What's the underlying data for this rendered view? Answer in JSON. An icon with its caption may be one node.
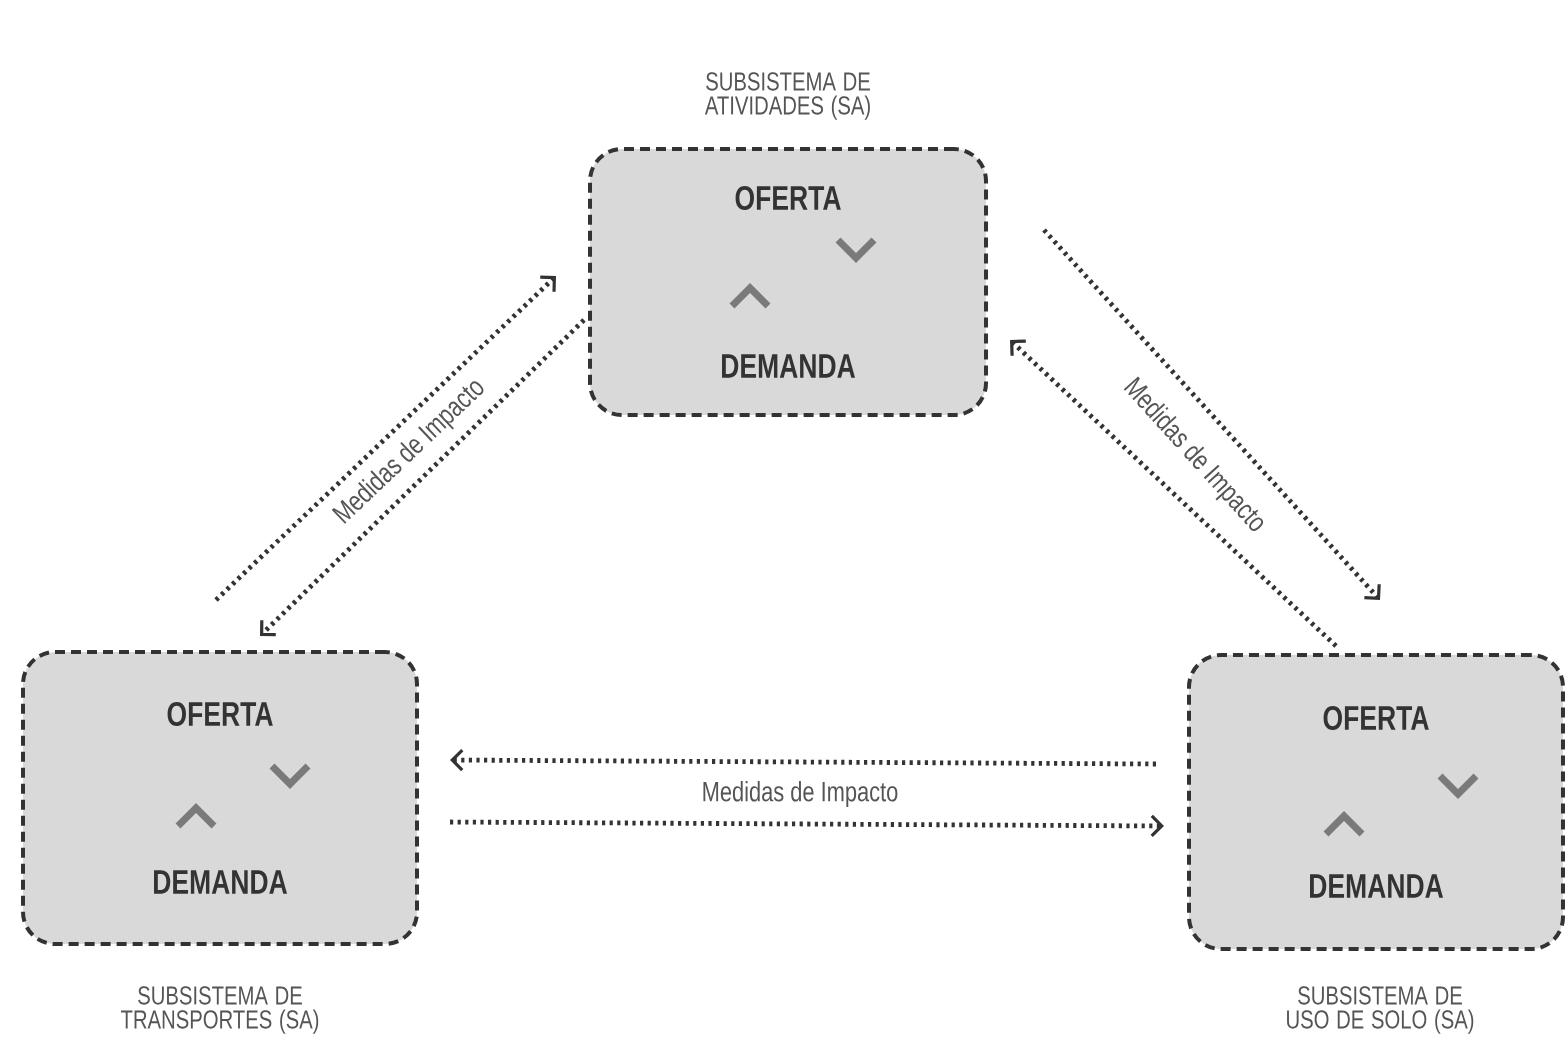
{
  "diagram": {
    "nodes": [
      {
        "text": [
          "OFERTA",
          "DEMANDA"
        ],
        "beside": [
          "SUBSISTEMA DE ATIVIDADES (SA)"
        ]
      },
      {
        "text": [
          "OFERTA",
          "DEMANDA"
        ],
        "beside": [
          "SUBSISTEMA DE TRANSPORTES (SA)"
        ]
      },
      {
        "text": [
          "OFERTA",
          "DEMANDA"
        ],
        "beside": [
          "SUBSISTEMA DE USO DE SOLO (SA)"
        ]
      }
    ],
    "edges": [
      {
        "from": 1,
        "to": 0,
        "arrow": "to",
        "style": "dashed",
        "label": "Medidas de Impacto"
      },
      {
        "from": 0,
        "to": 1,
        "arrow": "to",
        "style": "dashed"
      },
      {
        "from": 2,
        "to": 0,
        "arrow": "to",
        "style": "dashed",
        "label": "Medidas de Impacto"
      },
      {
        "from": 0,
        "to": 2,
        "arrow": "to",
        "style": "dashed"
      },
      {
        "from": 2,
        "to": 1,
        "arrow": "to",
        "style": "dashed",
        "label": "Medidas de Impacto"
      },
      {
        "from": 1,
        "to": 2,
        "arrow": "to",
        "style": "dashed"
      }
    ]
  }
}
